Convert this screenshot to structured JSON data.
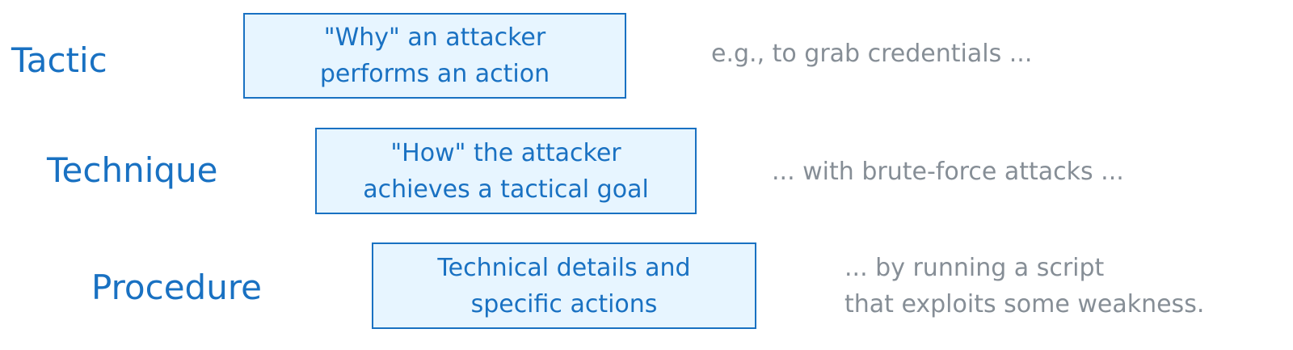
{
  "colors": {
    "accent": "#1971c2",
    "box_fill": "#e7f5ff",
    "example_text": "#868e96"
  },
  "rows": [
    {
      "term": "Tactic",
      "box_lines": [
        "\"Why\" an attacker",
        "performs an action"
      ],
      "example_lines": [
        "e.g., to grab credentials ..."
      ]
    },
    {
      "term": "Technique",
      "box_lines": [
        "\"How\" the attacker",
        "achieves a tactical goal"
      ],
      "example_lines": [
        "... with brute-force attacks ..."
      ]
    },
    {
      "term": "Procedure",
      "box_lines": [
        "Technical details and",
        "specific actions"
      ],
      "example_lines": [
        "... by running a script",
        "that exploits some weakness."
      ]
    }
  ]
}
